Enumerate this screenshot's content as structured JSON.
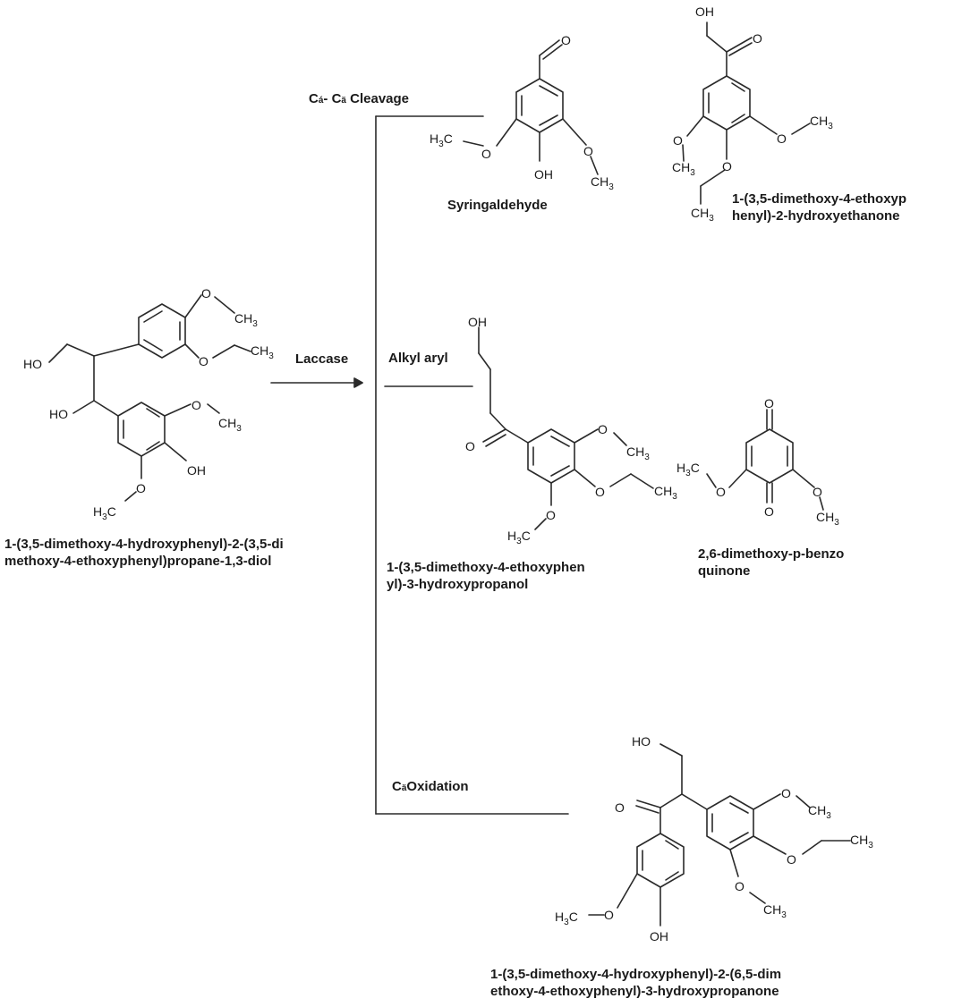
{
  "reagent": "Laccase",
  "pathways": {
    "cleavage": {
      "c1": "C",
      "s1": "á",
      "sep": "- ",
      "c2": "C",
      "s2": "ä",
      "rest": " Cleavage"
    },
    "alkyl_aryl": "Alkyl aryl",
    "oxidation": {
      "c": "C",
      "s": "ä",
      "rest": "Oxidation"
    }
  },
  "compounds": {
    "substrate": [
      "1-(3,5-dimethoxy-4-hydroxyphenyl)-2-(3,5-di",
      "methoxy-4-ethoxyphenyl)propane-1,3-diol"
    ],
    "syringaldehyde": [
      "Syringaldehyde"
    ],
    "hydroxyethanone": [
      "1-(3,5-dimethoxy-4-ethoxyp",
      "henyl)-2-hydroxyethanone"
    ],
    "hydroxypropanol": [
      "1-(3,5-dimethoxy-4-ethoxyphen",
      "yl)-3-hydroxypropanol"
    ],
    "benzoquinone": [
      "2,6-dimethoxy-p-benzo",
      "quinone"
    ],
    "hydroxypropanone": [
      "1-(3,5-dimethoxy-4-hydroxyphenyl)-2-(6,5-dim",
      "ethoxy-4-ethoxyphenyl)-3-hydroxypropanone"
    ]
  },
  "atoms": {
    "HO": "HO",
    "OH": "OH",
    "O": "O",
    "CH": "CH",
    "H": "H",
    "C": "C",
    "three": "3"
  }
}
